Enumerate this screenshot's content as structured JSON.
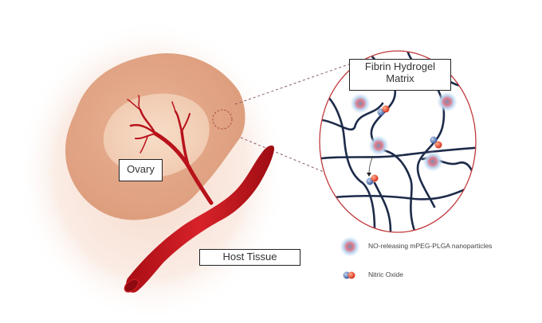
{
  "figure": {
    "labels": {
      "ovary": "Ovary",
      "host_tissue": "Host Tissue",
      "matrix_line1": "Fibrin Hydrogel",
      "matrix_line2": "Matrix"
    },
    "legend": [
      {
        "icon": "nanoparticle-icon",
        "label": "NO-releasing mPEG-PLGA nanoparticles"
      },
      {
        "icon": "nitric-oxide-molecule-icon",
        "label": "Nitric Oxide"
      }
    ],
    "colors": {
      "tissue_glow": "#f8e3d8",
      "ovary_outer": "#e0a586",
      "ovary_inner": "#f2d0b8",
      "blood_vessel": "#c8141c",
      "fibrin_strand": "#1d2b4a",
      "zoom_circle": "#c0393c",
      "nanoparticle_shell": "#9ec4e6",
      "nanoparticle_core": "#e07a8e",
      "no_nitrogen": "#4a6fb0",
      "no_oxygen": "#e2432a"
    }
  }
}
